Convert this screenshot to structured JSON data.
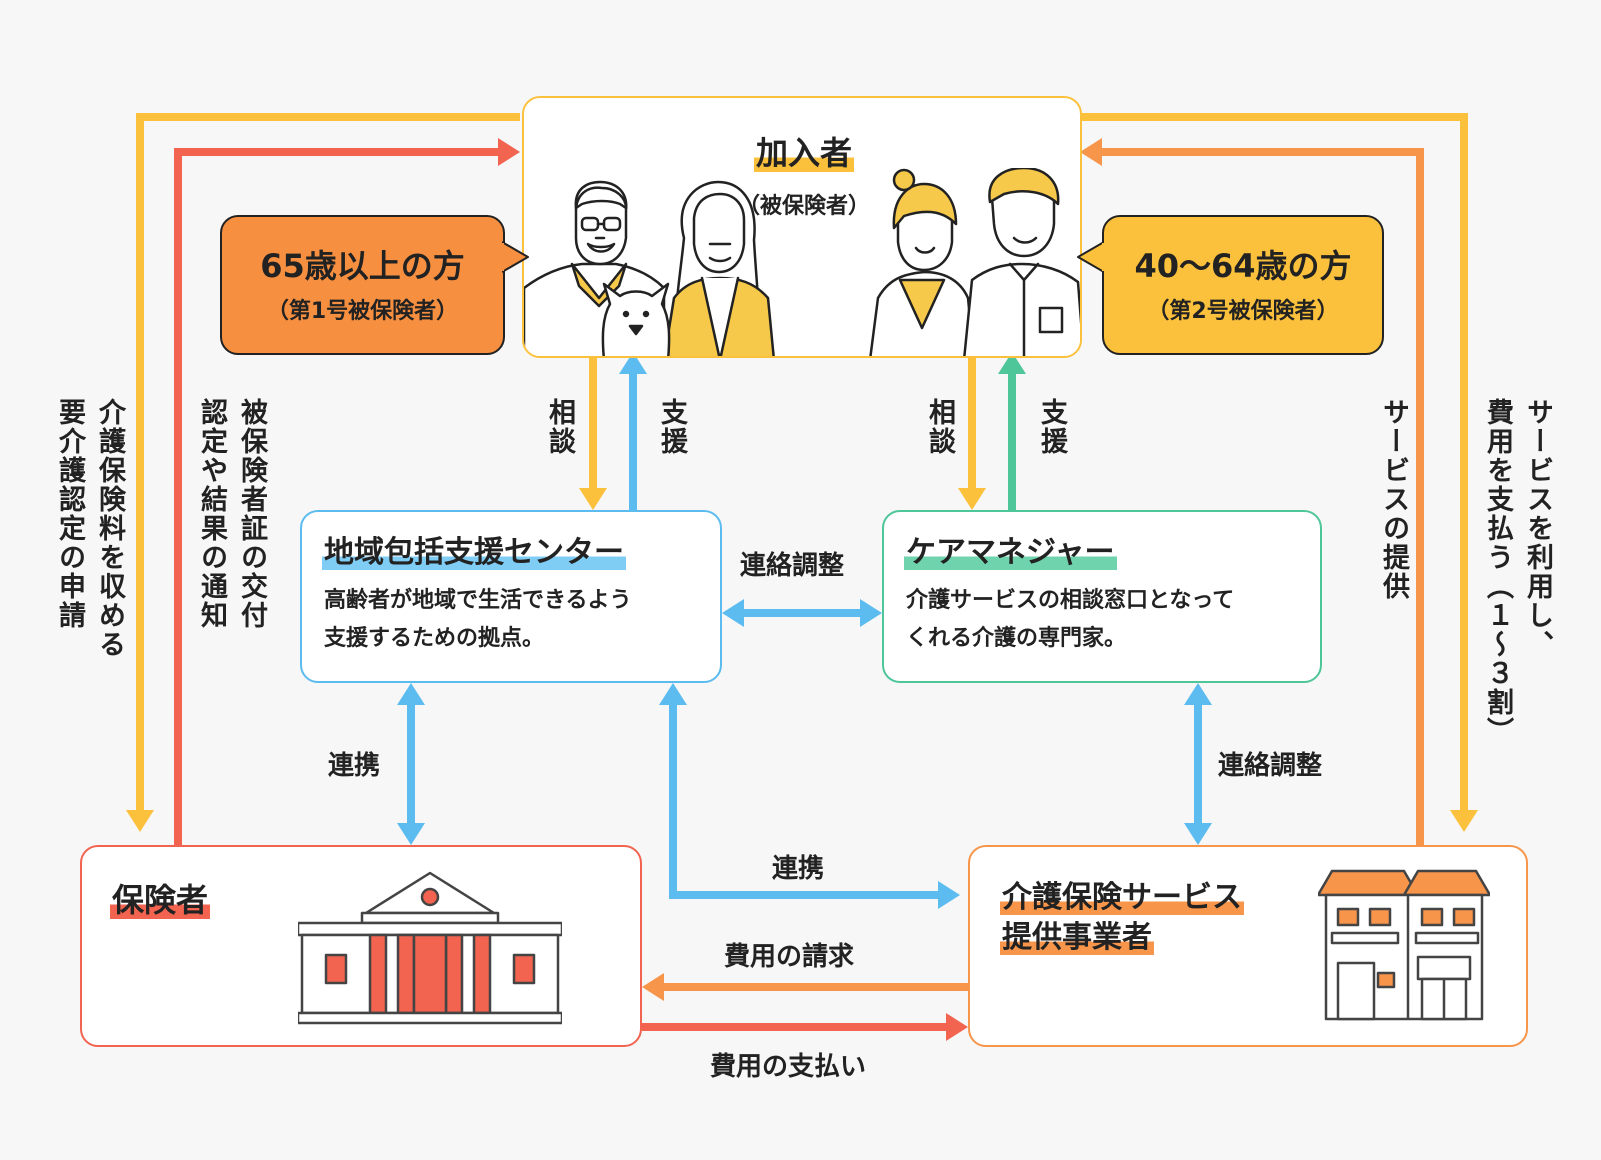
{
  "colors": {
    "yellow": "#fbc13c",
    "red": "#f26350",
    "orange": "#f7954a",
    "blue": "#5cbcf0",
    "green": "#4fc699",
    "bubble_orange": "#f68f40",
    "bubble_yellow": "#fbc13c"
  },
  "member": {
    "title": "加入者",
    "subtitle": "（被保険者）"
  },
  "bubble_left": {
    "title": "65歳以上の方",
    "subtitle": "（第1号被保険者）"
  },
  "bubble_right": {
    "title": "40～64歳の方",
    "subtitle": "（第2号被保険者）"
  },
  "center": {
    "title": "地域包括支援センター",
    "desc1": "高齢者が地域で生活できるよう",
    "desc2": "支援するための拠点。"
  },
  "manager": {
    "title": "ケアマネジャー",
    "desc1": "介護サービスの相談窓口となって",
    "desc2": "くれる介護の専門家。"
  },
  "insurer": {
    "title": "保険者"
  },
  "provider": {
    "title1": "介護保険サービス",
    "title2": "提供事業者"
  },
  "labels": {
    "consult": "相談",
    "support": "支援",
    "liaison": "連絡調整",
    "cooperation": "連携",
    "billing": "費用の請求",
    "payment": "費用の支払い",
    "left_outer_1": "介護保険料を収める",
    "left_outer_2": "要介護認定の申請",
    "left_inner_1": "被保険者証の交付",
    "left_inner_2": "認定や結果の通知",
    "right_inner": "サービスの提供",
    "right_outer_1": "サービスを利用し、",
    "right_outer_2": "費用を支払う（１～３割）"
  }
}
